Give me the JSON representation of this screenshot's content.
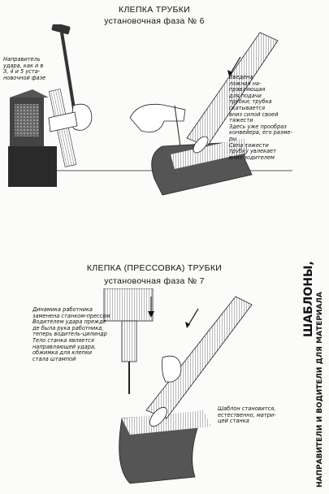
{
  "top": {
    "title_line1": "КЛЕПКА ТРУБКИ",
    "title_line2": "установочная фаза № 6",
    "note_left": [
      "Направитель",
      "удара, как и в",
      "3, 4 и 5 уста-",
      "новочной фазе"
    ],
    "note_right": [
      "Введена",
      "ложная на-",
      "правляющая",
      "для подачи",
      "трубки; трубка",
      "скатывается",
      "вниз силой своей",
      "тяжести",
      "Здесь уже прообраз",
      "конвейера, его разме-",
      "ры",
      "Сила тяжести",
      "трубку увлекает",
      "вниз водителем"
    ]
  },
  "bottom": {
    "title_line1": "КЛЕПКА (ПРЕССОВКА) ТРУБКИ",
    "title_line2": "установочная фаза № 7",
    "note_left": [
      "Динамика работника",
      "заменена станком-прессом",
      "Водителем удара прежде",
      "де была рука работника,",
      "теперь водитель-цилиндр",
      "Тело станка является",
      "направляющей удара,",
      "обжимка для клепки",
      "стала штампой"
    ],
    "note_right": [
      "Шаблон становится,",
      "естественно, матри-",
      "цей станка"
    ]
  },
  "side": {
    "main": "ШАБЛОНЫ,",
    "sub": "НАПРАВИТЕЛИ И ВОДИТЕЛИ ДЛЯ МАТЕРИАЛА"
  },
  "icons": [
    "hammer-icon",
    "hand-icon",
    "press-icon",
    "tube-icon",
    "arrow-down-icon"
  ]
}
